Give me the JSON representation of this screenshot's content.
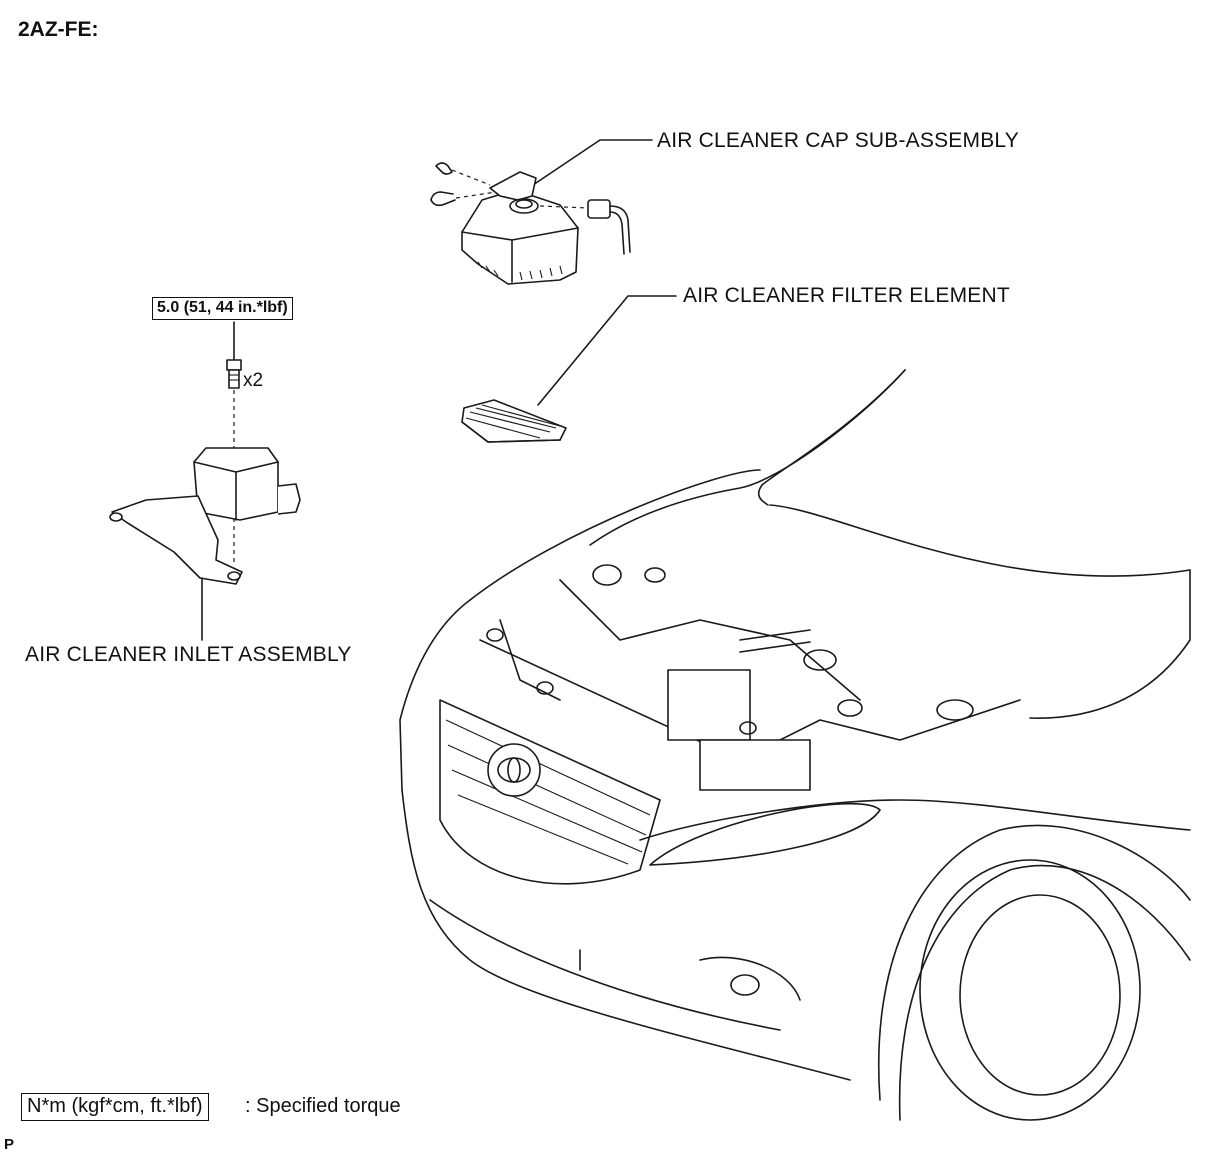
{
  "diagram": {
    "heading": "2AZ-FE:",
    "labels": {
      "cap": "AIR CLEANER CAP SUB-ASSEMBLY",
      "filter": "AIR CLEANER FILTER ELEMENT",
      "inlet": "AIR CLEANER INLET ASSEMBLY"
    },
    "torque": {
      "value": "5.0 (51, 44 in.*lbf)",
      "quantity": "x2"
    },
    "legend": {
      "unit_box": "N*m (kgf*cm, ft.*lbf)",
      "description": ": Specified torque"
    },
    "footer": "P"
  }
}
